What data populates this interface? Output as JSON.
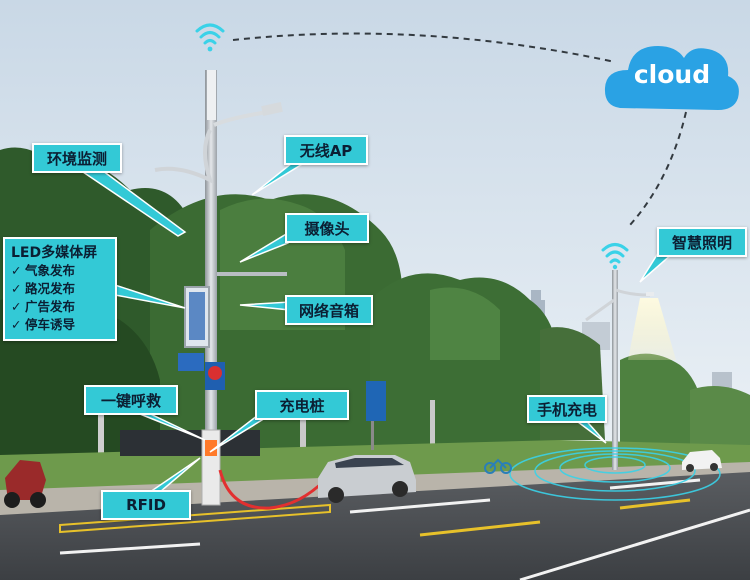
{
  "labels": {
    "env_monitor": "环境监测",
    "wireless_ap": "无线AP",
    "camera": "摄像头",
    "network_speaker": "网络音箱",
    "smart_lighting": "智慧照明",
    "sos": "一键呼救",
    "charging_pile": "充电桩",
    "phone_charging": "手机充电",
    "rfid": "RFID"
  },
  "led_screen": {
    "title": "LED多媒体屏",
    "check_glyph": "✓",
    "items": [
      "气象发布",
      "路况发布",
      "广告发布",
      "停车诱导"
    ]
  },
  "cloud": {
    "text": "cloud"
  },
  "colors": {
    "label_bg": "#33c9d6",
    "label_border": "#ffffff",
    "label_text": "#0b1f33",
    "sky_top": "#c5d6e3",
    "wifi": "#3ad2e8",
    "cloud": "#2aa2e4",
    "tree_dark": "#2e5a2a",
    "road": "#4a4d52"
  },
  "icons": [
    "wifi-icon",
    "cloud-icon",
    "camera-icon",
    "speaker-icon"
  ]
}
